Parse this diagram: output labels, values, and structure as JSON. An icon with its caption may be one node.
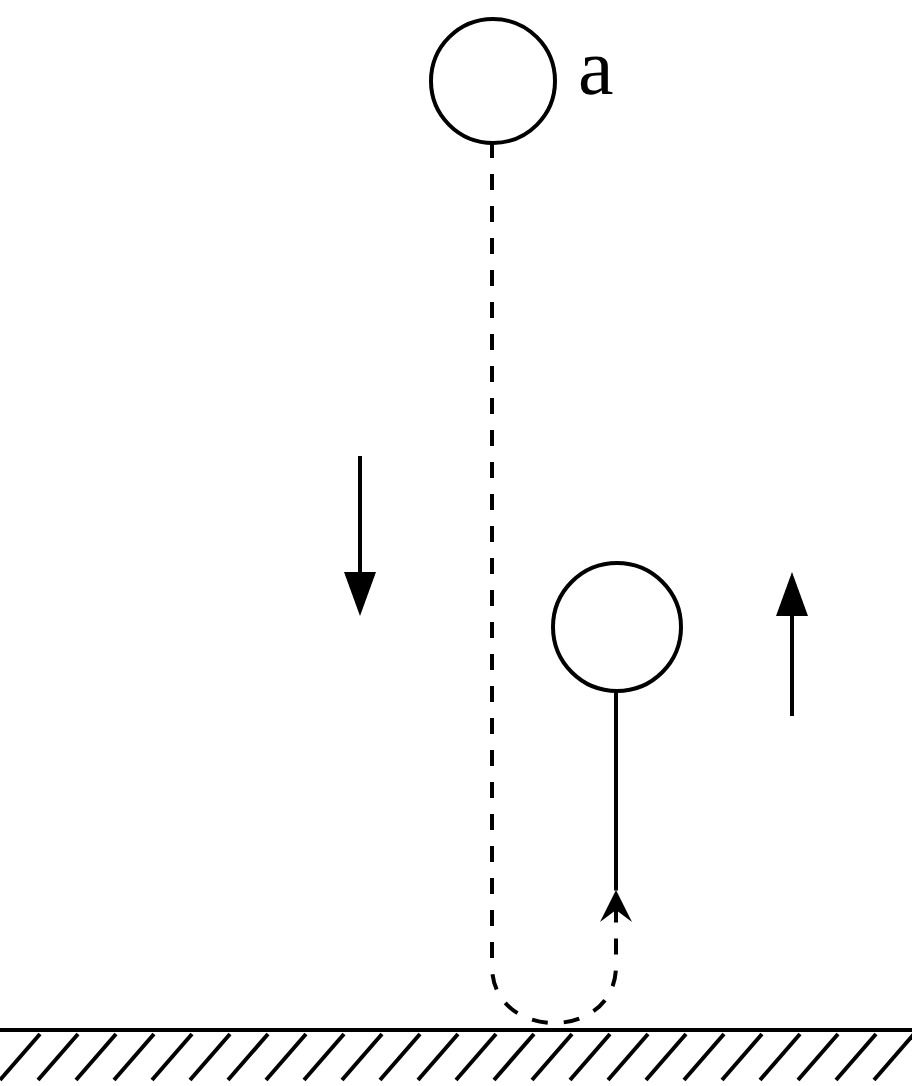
{
  "diagram": {
    "nodes": [
      {
        "text": [],
        "shape": "circle",
        "beside": [
          "a"
        ]
      },
      {
        "text": [],
        "shape": "circle"
      }
    ],
    "edges": [
      {
        "from": 0,
        "to": 1,
        "arrow": "to",
        "style": "dashed"
      }
    ]
  }
}
